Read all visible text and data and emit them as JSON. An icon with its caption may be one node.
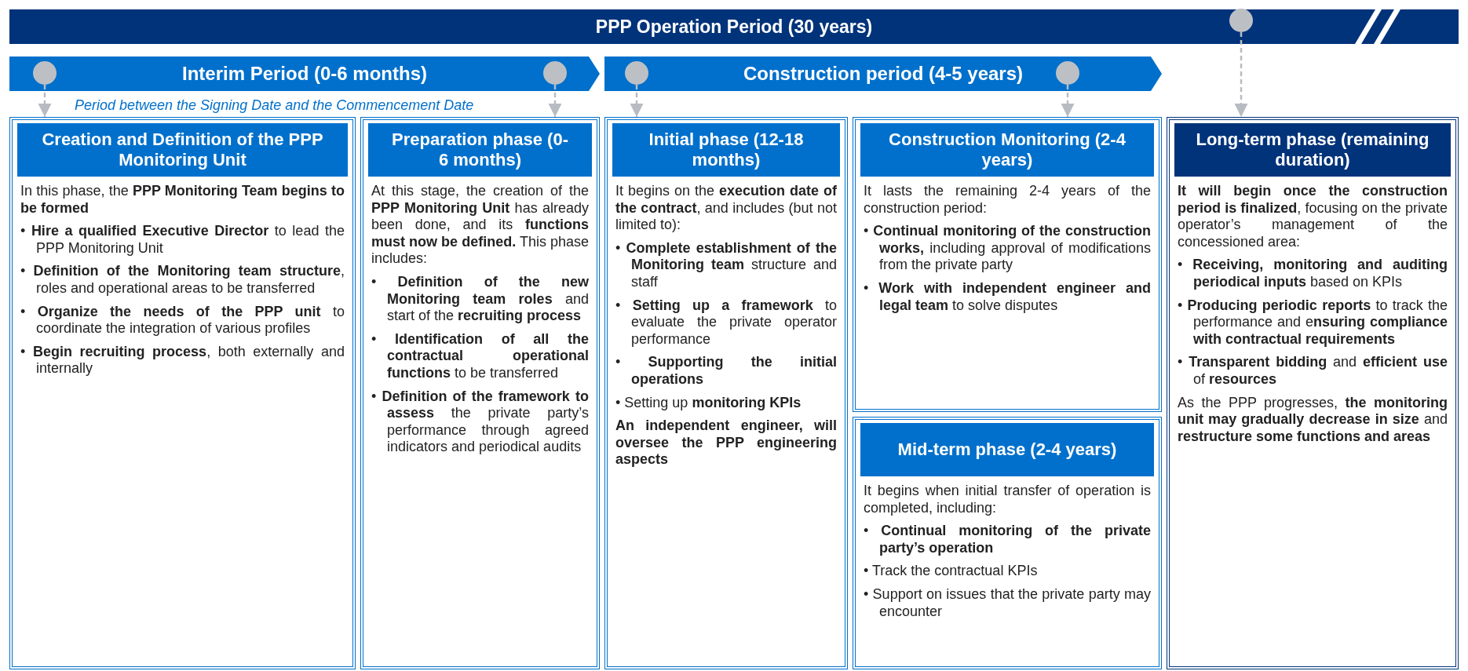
{
  "diagram": {
    "nodes": [
      {
        "text": [
          "PPP Operation Period (30 years)"
        ]
      },
      {
        "text": [],
        "shape": "circle",
        "in": 0
      },
      {
        "text": [
          "Interim Period (0-6 months)"
        ]
      },
      {
        "text": [],
        "shape": "circle",
        "in": 2
      },
      {
        "text": [],
        "shape": "circle",
        "in": 2
      },
      {
        "text": [
          "Construction period (4-5 years)"
        ]
      },
      {
        "text": [],
        "shape": "circle",
        "in": 5
      },
      {
        "text": [],
        "shape": "circle",
        "in": 5
      },
      {
        "text": [
          "Creation and Definition of the PPP Monitoring Unit",
          "In this phase, the **PPP Monitoring Team begins to be formed**",
          "• **Hire a qualified Executive Director** to lead the PPP Monitoring Unit",
          "• **Definition of the Monitoring team structure**, roles and operational areas to be transferred",
          "• **Organize the needs of the PPP unit** to coordinate the integration of various profiles",
          "• **Begin recruiting process**, both externally and internally"
        ]
      },
      {
        "text": [
          "Preparation phase (0-6 months)",
          "At this stage, the creation of the **PPP Monitoring Unit** has already been done, and its **functions must now be defined.** This phase includes:",
          "• **Definition of the new Monitoring team roles** and start of the **recruiting process**",
          "• **Identification of all the contractual operational functions** to be transferred",
          "• **Definition of the framework to assess** the private party’s performance through agreed indicators and periodical audits"
        ]
      },
      {
        "text": [
          "Initial phase (12-18 months)",
          "It begins on the **execution date of the contract**, and includes (but not limited to):",
          "• **Complete establishment of the Monitoring team** structure and staff",
          "• **Setting up a framework** to evaluate the private operator performance",
          "• **Supporting the initial operations**",
          "• Setting up **monitoring KPIs**",
          "An independent engineer, will oversee the PPP engineering aspects"
        ]
      },
      {
        "text": [
          "Construction Monitoring (2-4 years)",
          "It lasts the remaining 2-4 years of the construction period:",
          "• **Continual monitoring of the construction works,** including approval of modifications from the private party",
          "• **Work with independent engineer and legal team** to solve disputes"
        ]
      },
      {
        "text": [
          "Mid-term phase (2-4 years)",
          "It begins when initial transfer of operation is completed, including:",
          "• **Continual monitoring of the private party’s operation**",
          "• Track the contractual KPIs",
          "• Support on issues that the private party may encounter"
        ]
      },
      {
        "text": [
          "Long-term phase (remaining duration)",
          "**It will begin once the construction period is finalized**, focusing on the private operator’s management of the concessioned area:",
          "• **Receiving, monitoring and auditing periodical inputs** based on KPIs",
          "• **Producing periodic reports** to track the performance and e**nsuring compliance with contractual requirements**",
          "• **Transparent bidding** and **efficient use** of **resources**",
          "As the PPP progresses, **the monitoring unit may gradually decrease in size** and **restructure some functions and areas**"
        ]
      }
    ],
    "edges": [
      {
        "from": 3,
        "to": 8,
        "arrow": "to",
        "style": "dashed"
      },
      {
        "from": 4,
        "to": 9,
        "arrow": "to",
        "style": "dashed"
      },
      {
        "from": 6,
        "to": 10,
        "arrow": "to",
        "style": "dashed"
      },
      {
        "from": 7,
        "to": 11,
        "arrow": "to",
        "style": "dashed"
      },
      {
        "from": 1,
        "to": 13,
        "arrow": "to",
        "style": "dashed"
      }
    ],
    "labels": [
      "Period between the Signing Date and the Commencement Date"
    ]
  }
}
